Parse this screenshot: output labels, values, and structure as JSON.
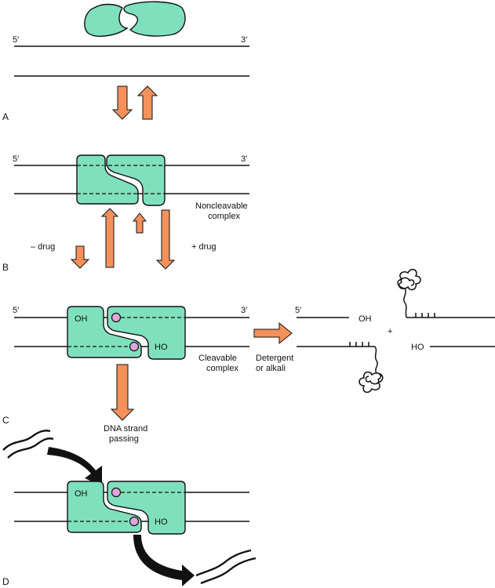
{
  "panels": {
    "a": "A",
    "b": "B",
    "c": "C",
    "d": "D"
  },
  "strand_ends": {
    "a_5": "5′",
    "a_3": "3′",
    "b_5": "5′",
    "b_3": "3′",
    "c_5": "5′",
    "c_3": "3′",
    "product_5": "5′"
  },
  "labels": {
    "noncleavable_1": "Noncleavable",
    "noncleavable_2": "complex",
    "minus_drug": "– drug",
    "plus_drug": "+ drug",
    "cleavable_1": "Cleavable",
    "cleavable_2": "complex",
    "detergent_1": "Detergent",
    "detergent_2": "or alkali",
    "dna_passing_1": "DNA strand",
    "dna_passing_2": "passing",
    "oh": "OH",
    "ho": "HO",
    "plus": "+"
  },
  "colors": {
    "enzyme": "#7fe0bd",
    "arrow": "#f4915a",
    "phosphotyrosine": "#e0a6dc"
  }
}
